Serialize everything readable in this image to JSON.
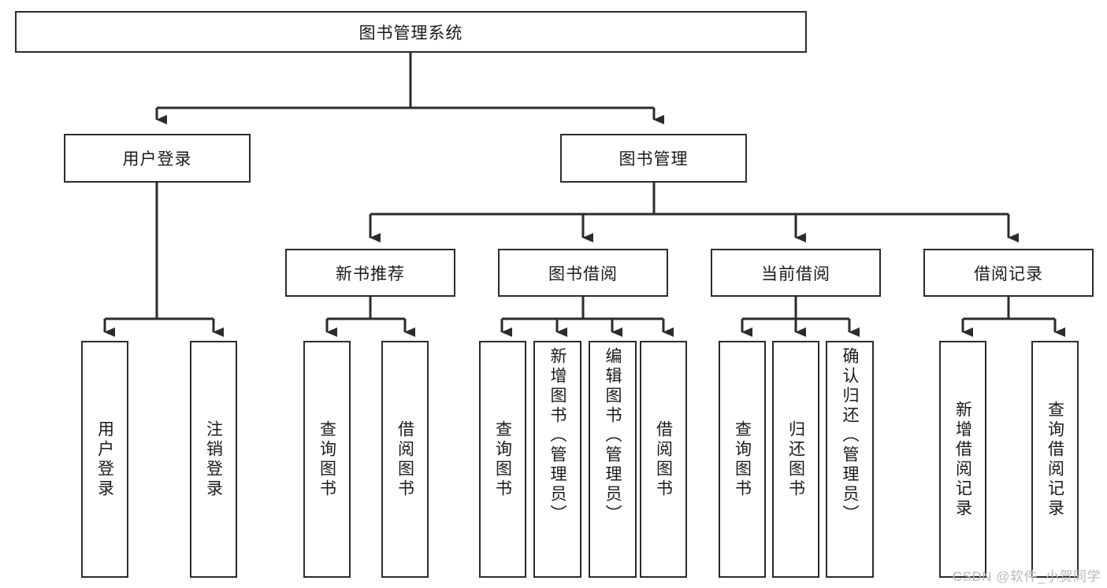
{
  "diagram": {
    "type": "tree-hierarchy",
    "title": "图书管理系统",
    "root": {
      "id": "root",
      "label": "图书管理系统",
      "orientation": "horizontal"
    },
    "level2": [
      {
        "id": "user-login",
        "label": "用户登录",
        "orientation": "horizontal"
      },
      {
        "id": "book-management",
        "label": "图书管理",
        "orientation": "horizontal"
      }
    ],
    "level3": [
      {
        "id": "new-book-recommend",
        "label": "新书推荐",
        "orientation": "horizontal",
        "parent": "book-management"
      },
      {
        "id": "book-borrow",
        "label": "图书借阅",
        "orientation": "horizontal",
        "parent": "book-management"
      },
      {
        "id": "current-borrow",
        "label": "当前借阅",
        "orientation": "horizontal",
        "parent": "book-management"
      },
      {
        "id": "borrow-record",
        "label": "借阅记录",
        "orientation": "horizontal",
        "parent": "book-management"
      }
    ],
    "leaves": [
      {
        "id": "leaf-user-login",
        "label": "用户登录",
        "orientation": "vertical",
        "parent": "user-login"
      },
      {
        "id": "leaf-user-logout",
        "label": "注销登录",
        "orientation": "vertical",
        "parent": "user-login"
      },
      {
        "id": "leaf-query-book-1",
        "label": "查询图书",
        "orientation": "vertical",
        "parent": "new-book-recommend"
      },
      {
        "id": "leaf-borrow-book-1",
        "label": "借阅图书",
        "orientation": "vertical",
        "parent": "new-book-recommend"
      },
      {
        "id": "leaf-query-book-2",
        "label": "查询图书",
        "orientation": "vertical",
        "parent": "book-borrow"
      },
      {
        "id": "leaf-add-book",
        "label": "新增图书（管理员）",
        "orientation": "vertical",
        "parent": "book-borrow"
      },
      {
        "id": "leaf-edit-book",
        "label": "编辑图书（管理员）",
        "orientation": "vertical",
        "parent": "book-borrow"
      },
      {
        "id": "leaf-borrow-book-2",
        "label": "借阅图书",
        "orientation": "vertical",
        "parent": "book-borrow"
      },
      {
        "id": "leaf-query-book-3",
        "label": "查询图书",
        "orientation": "vertical",
        "parent": "current-borrow"
      },
      {
        "id": "leaf-return-book",
        "label": "归还图书",
        "orientation": "vertical",
        "parent": "current-borrow"
      },
      {
        "id": "leaf-confirm-return",
        "label": "确认归还（管理员）",
        "orientation": "vertical",
        "parent": "current-borrow"
      },
      {
        "id": "leaf-add-record",
        "label": "新增借阅记录",
        "orientation": "vertical",
        "parent": "borrow-record"
      },
      {
        "id": "leaf-query-record",
        "label": "查询借阅记录",
        "orientation": "vertical",
        "parent": "borrow-record"
      }
    ],
    "colors": {
      "background": "#ffffff",
      "box_border": "#2b2b2b",
      "box_fill": "#ffffff",
      "text": "#1a1a1a",
      "connector": "#2b2b2b",
      "watermark": "#b9b9b9"
    }
  },
  "watermark": {
    "text": "CSDN @软件_小贺同学"
  }
}
